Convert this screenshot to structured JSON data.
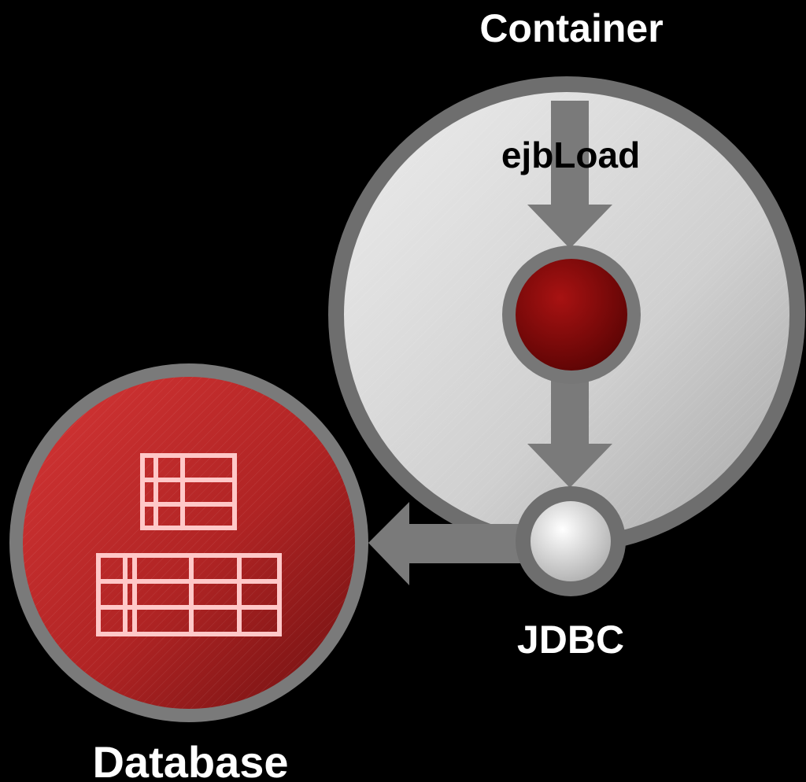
{
  "labels": {
    "container": "Container",
    "ejb_load": "ejbLoad",
    "jdbc": "JDBC",
    "database": "Database"
  },
  "colors": {
    "background": "#000000",
    "container_ring": "#6e6e6e",
    "container_fill": "#d6d6d6",
    "bean_ring": "#777777",
    "bean_fill": "#8b0a0a",
    "database_ring": "#7a7a7a",
    "database_fill": "#b82828",
    "table_lines": "#ffc8c8",
    "arrow": "#7a7a7a"
  }
}
